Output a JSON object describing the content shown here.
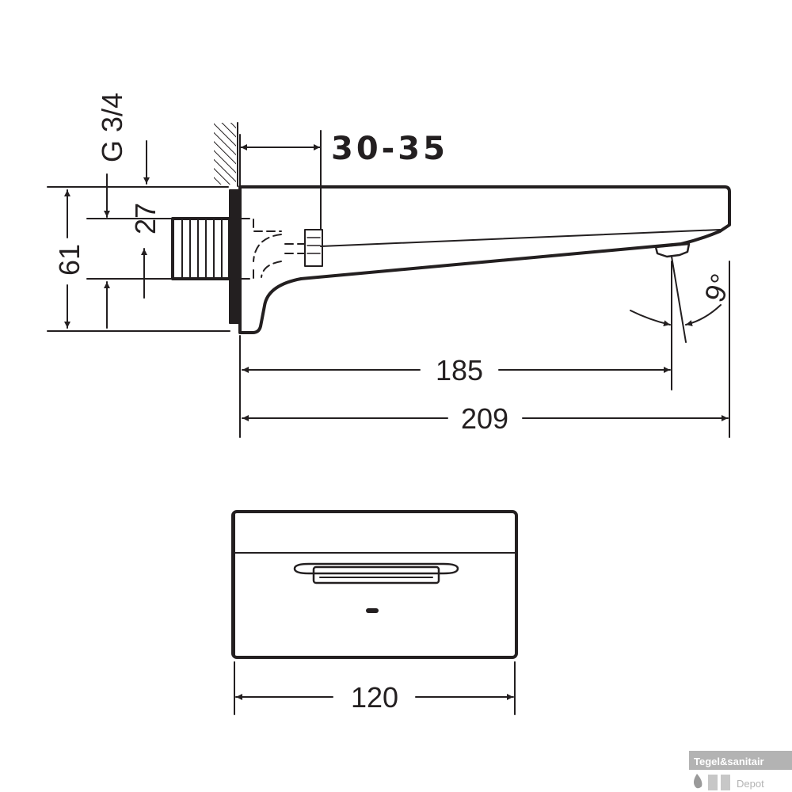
{
  "dimensions": {
    "thread": "G 3/4",
    "wall_range": "30-35",
    "height_total": "61",
    "height_inlet": "27",
    "angle": "9°",
    "reach_outlet": "185",
    "reach_total": "209",
    "width": "120"
  },
  "watermark": {
    "brand": "Tegel&sanitair",
    "sub": "Depot"
  },
  "colors": {
    "line": "#231f20",
    "watermark_bg": "#b3b3b3"
  }
}
